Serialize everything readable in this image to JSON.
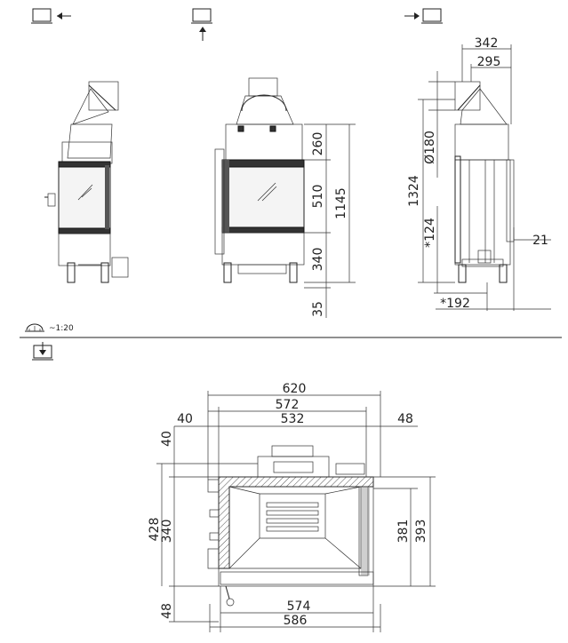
{
  "views": {
    "left_view_icon": "monitor-arrow-left-icon",
    "front_view_icon": "monitor-arrow-up-icon",
    "right_view_icon": "monitor-arrow-right-icon",
    "top_view_icon": "monitor-arrow-down-icon",
    "scale_icon": "scale-ruler-icon",
    "scale_label": "~1:20"
  },
  "front_dims": {
    "d260": "260",
    "d510": "510",
    "d1145": "1145",
    "d340": "340",
    "d35": "35"
  },
  "side_dims": {
    "d342": "342",
    "d295": "295",
    "d180": "Ø180",
    "d1324": "1324",
    "d124": "*124",
    "d21": "21",
    "d192": "*192"
  },
  "top_dims": {
    "d620": "620",
    "d572": "572",
    "d532": "532",
    "d40a": "40",
    "d48a": "48",
    "d40b": "40",
    "d428": "428",
    "d340": "340",
    "d381": "381",
    "d393": "393",
    "d48b": "48",
    "d574": "574",
    "d586": "586"
  }
}
